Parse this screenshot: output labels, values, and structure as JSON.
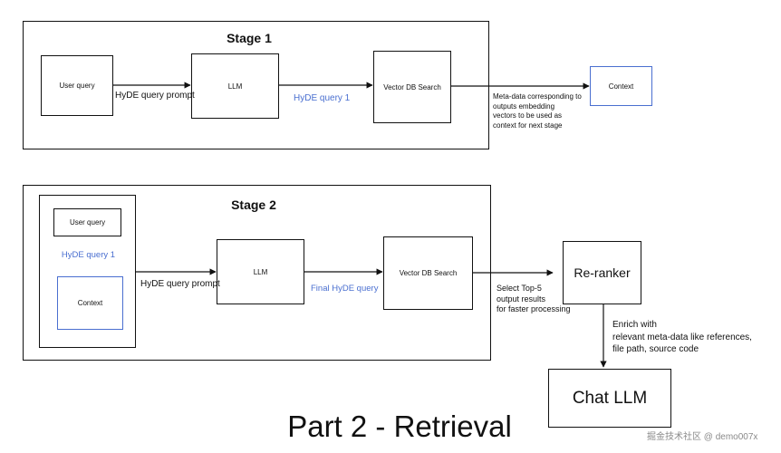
{
  "colors": {
    "blue": "#4a6fd0",
    "line": "#111111"
  },
  "stage1": {
    "title": "Stage 1",
    "user_query": "User query",
    "prompt_label": "HyDE query prompt",
    "llm": "LLM",
    "hyde_query": "HyDE query 1",
    "vector_search": "Vector DB Search",
    "meta_note": [
      "Meta-data corresponding to",
      "outputs embedding",
      "vectors to be used as",
      "context for next stage"
    ],
    "context": "Context"
  },
  "stage2": {
    "title": "Stage 2",
    "user_query": "User query",
    "hyde_query": "HyDE query 1",
    "context": "Context",
    "prompt_label": "HyDE query prompt",
    "llm": "LLM",
    "final_query": "Final HyDE query",
    "vector_search": "Vector DB Search",
    "select_note": [
      "Select Top-5",
      "output results",
      "for faster processing"
    ],
    "reranker": "Re-ranker",
    "enrich_note": [
      "Enrich with",
      "relevant meta-data like references,",
      "file path, source code"
    ],
    "chat_llm": "Chat LLM"
  },
  "footer": {
    "title": "Part 2 - Retrieval",
    "watermark": "掘金技术社区 @ demo007x"
  }
}
